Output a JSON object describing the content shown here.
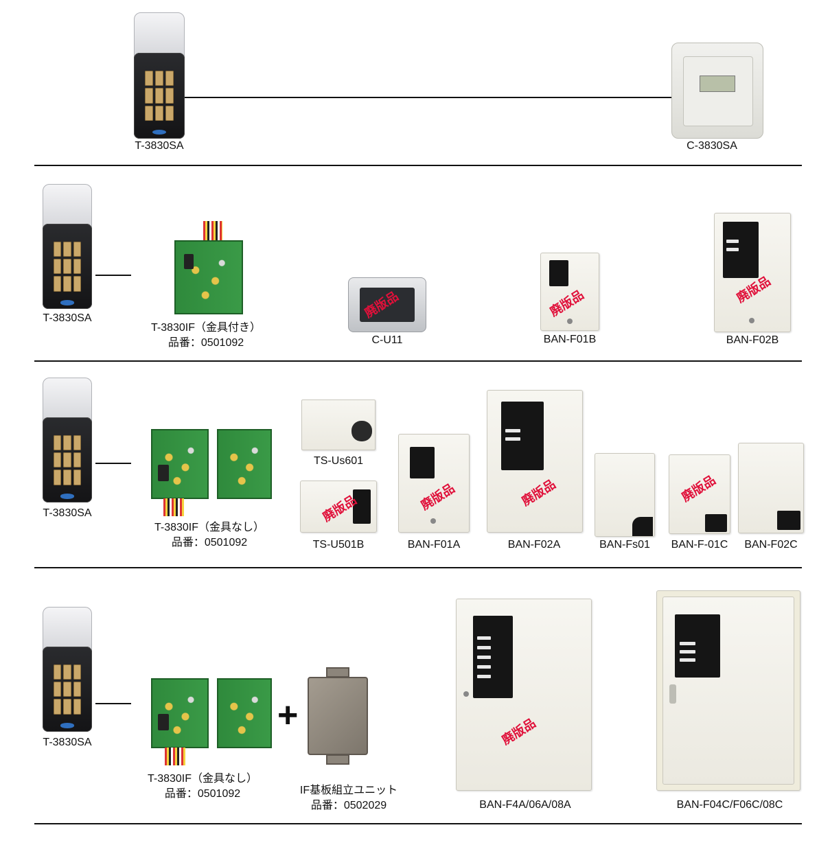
{
  "rows": [
    {
      "keypad_label": "T-3830SA",
      "controller_label": "C-3830SA"
    },
    {
      "keypad_label": "T-3830SA",
      "board_label": "T-3830IF（金具付き）",
      "board_part": "品番：0501092",
      "products": [
        "C-U11",
        "BAN-F01B",
        "BAN-F02B"
      ]
    },
    {
      "keypad_label": "T-3830SA",
      "board_label": "T-3830IF（金具なし）",
      "board_part": "品番：0501092",
      "products": [
        "TS-Us601",
        "TS-U501B",
        "BAN-F01A",
        "BAN-F02A",
        "BAN-Fs01",
        "BAN-F-01C",
        "BAN-F02C"
      ]
    },
    {
      "keypad_label": "T-3830SA",
      "board_label": "T-3830IF（金具なし）",
      "board_part": "品番：0501092",
      "plus": "+",
      "unit_label": "IF基板組立ユニット",
      "unit_part": "品番：0502029",
      "products": [
        "BAN-F4A/06A/08A",
        "BAN-F04C/F06C/08C"
      ]
    }
  ],
  "discontinued_stamp": "廃版品",
  "colors": {
    "stamp": "#e0103a",
    "rule": "#111111"
  }
}
